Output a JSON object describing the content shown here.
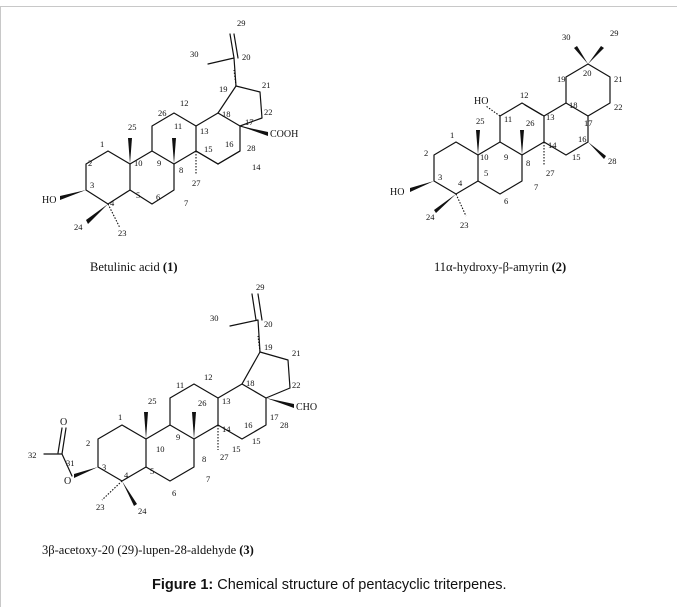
{
  "figure": {
    "caption_bold": "Figure 1:",
    "caption_text": " Chemical structure of pentacyclic triterpenes."
  },
  "compounds": [
    {
      "name": "Betulinic acid ",
      "number": "(1)",
      "groups": [
        "HO",
        "COOH"
      ],
      "atom_numbers": [
        "1",
        "2",
        "3",
        "4",
        "5",
        "6",
        "7",
        "8",
        "9",
        "10",
        "11",
        "12",
        "13",
        "14",
        "15",
        "16",
        "17",
        "18",
        "19",
        "20",
        "21",
        "22",
        "23",
        "24",
        "25",
        "26",
        "27",
        "28",
        "29",
        "30"
      ]
    },
    {
      "name": "11α-hydroxy-β-amyrin ",
      "number": "(2)",
      "groups": [
        "HO",
        "HO"
      ],
      "atom_numbers": [
        "1",
        "2",
        "3",
        "4",
        "5",
        "6",
        "7",
        "8",
        "9",
        "10",
        "11",
        "12",
        "13",
        "14",
        "15",
        "16",
        "17",
        "18",
        "19",
        "20",
        "21",
        "22",
        "23",
        "24",
        "25",
        "26",
        "27",
        "28",
        "29",
        "30"
      ]
    },
    {
      "name": "3β-acetoxy-20 (29)-lupen-28-aldehyde ",
      "number": "(3)",
      "groups": [
        "O",
        "O",
        "CHO"
      ],
      "atom_numbers": [
        "1",
        "2",
        "3",
        "4",
        "5",
        "6",
        "7",
        "8",
        "9",
        "10",
        "11",
        "12",
        "13",
        "14",
        "15",
        "16",
        "17",
        "18",
        "19",
        "20",
        "21",
        "22",
        "23",
        "24",
        "25",
        "26",
        "27",
        "28",
        "29",
        "30",
        "31",
        "32"
      ]
    }
  ]
}
